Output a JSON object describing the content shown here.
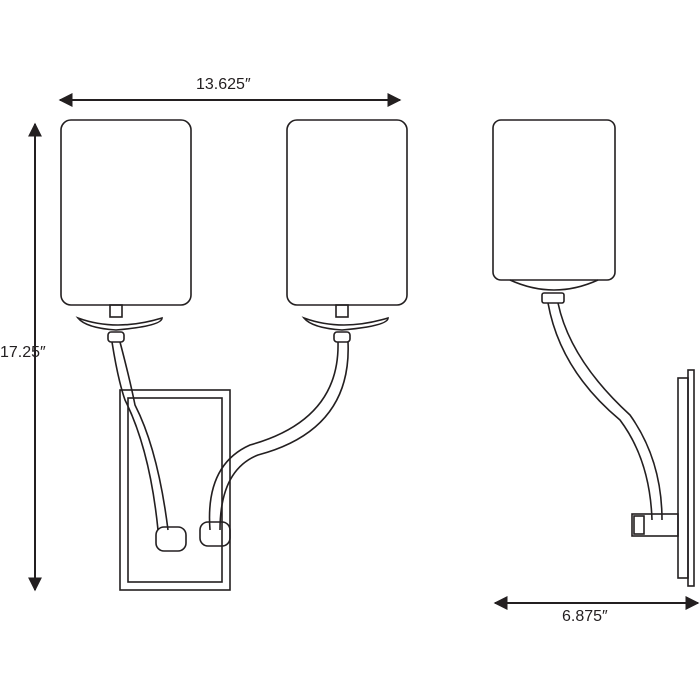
{
  "dimensions": {
    "width": "13.625″",
    "height": "17.25″",
    "depth": "6.875″"
  },
  "colors": {
    "line": "#231f20",
    "texture": "#b5b5b5"
  }
}
